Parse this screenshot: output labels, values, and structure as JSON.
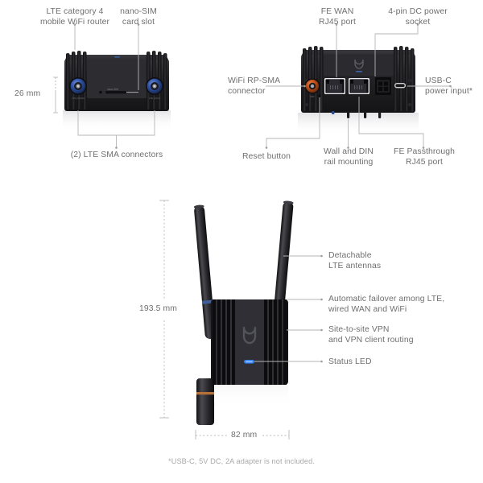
{
  "page": {
    "background": "#ffffff",
    "text_color": "#6f6f6f",
    "footnote_color": "#a9a9a9"
  },
  "colors": {
    "device_body": "#1c1c1e",
    "device_fin": "#0c0c0e",
    "sma_blue": "#2b4f9e",
    "sma_orange": "#c8521b",
    "status_led": "#2f7ff0",
    "leader_line": "#b6b6b6",
    "logo_gray": "#4a4a4e"
  },
  "top_left_view": {
    "labels": {
      "router": "LTE category 4\nmobile WiFi router",
      "sim_slot": "nano-SIM\ncard slot",
      "sma_connectors": "(2) LTE SMA connectors"
    },
    "dimension": {
      "height": "26 mm"
    }
  },
  "top_right_view": {
    "labels": {
      "fe_wan": "FE WAN\nRJ45 port",
      "dc_socket": "4-pin DC power\nsocket",
      "rp_sma": "WiFi RP-SMA\nconnector",
      "usb_c": "USB-C\npower input*",
      "reset": "Reset button",
      "mounting": "Wall and DIN\nrail mounting",
      "fe_passthrough": "FE Passthrough\nRJ45 port"
    }
  },
  "bottom_view": {
    "labels": {
      "antennas": "Detachable\nLTE antennas",
      "failover": "Automatic failover among LTE,\nwired WAN and WiFi",
      "vpn": "Site-to-site VPN\nand VPN client routing",
      "status_led": "Status LED"
    },
    "dimensions": {
      "height": "193.5 mm",
      "width": "82 mm"
    }
  },
  "footnote": "*USB-C, 5V DC, 2A adapter is not included."
}
